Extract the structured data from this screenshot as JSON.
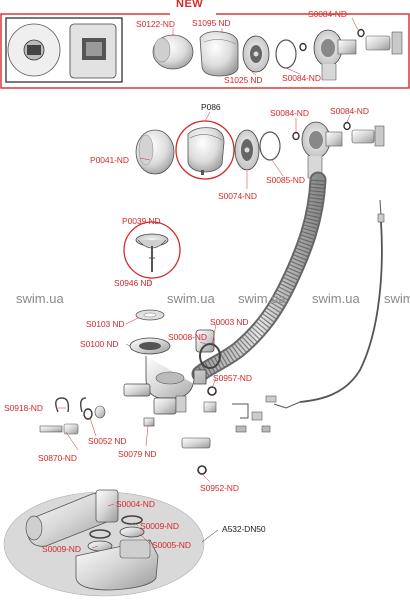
{
  "header": {
    "badge": "NEW"
  },
  "watermark": {
    "text": "swim.ua"
  },
  "labels": {
    "s0122": "S0122-ND",
    "s1095": "S1095 ND",
    "s0084_top": "S0084-ND",
    "s1025": "S1025 ND",
    "s0084_top2": "S0084-ND",
    "p086": "P086",
    "s0084_mid": "S0084-ND",
    "s0084_mid2": "S0084-ND",
    "p0041": "P0041-ND",
    "s0074": "S0074-ND",
    "s0085": "S0085-ND",
    "p0039": "P0039 ND",
    "s0946": "S0946 ND",
    "s0103": "S0103 ND",
    "s0003": "S0003 ND",
    "s0008": "S0008-ND",
    "s0100": "S0100 ND",
    "s0957": "S0957-ND",
    "s0918": "S0918-ND",
    "s0052": "S0052 ND",
    "s0870": "S0870-ND",
    "s0079": "S0079 ND",
    "s0952": "S0952-ND",
    "s0004": "S0004-ND",
    "s0009a": "S0009-ND",
    "s0009b": "S0009-ND",
    "s0005": "S0005-ND",
    "a532": "A532-DN50"
  },
  "colors": {
    "accent": "#d42a2a",
    "line": "#444444",
    "part_fill": "#e9e9e9",
    "part_dark": "#8c8c8c"
  }
}
